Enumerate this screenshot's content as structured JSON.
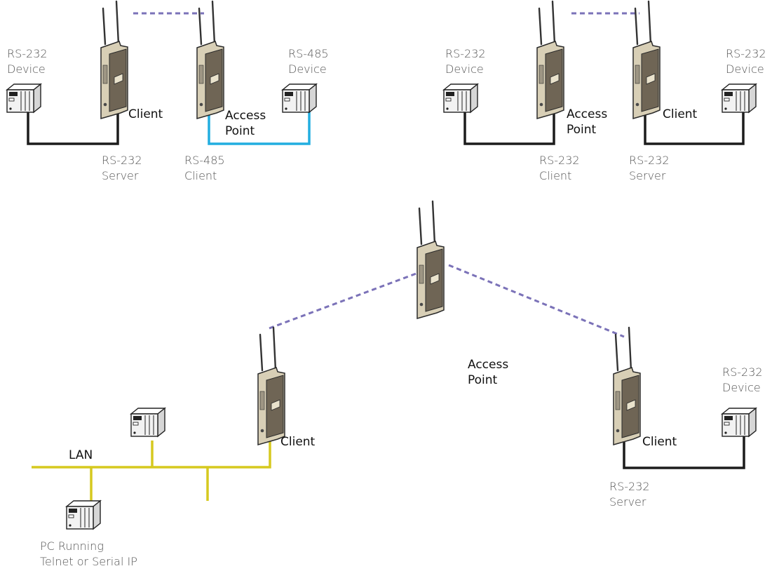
{
  "colors": {
    "serial_link": "#1c1c1c",
    "rs485_link": "#22aee0",
    "lan_link": "#d6c91f",
    "wireless_link": "#7b72b8",
    "radio_body": "#d8cfb6",
    "radio_panel": "#6f6555",
    "device_body": "#f2f2f2"
  },
  "icons": {
    "radio": "wireless-radio-icon",
    "device": "serial-device-icon"
  },
  "scenario1": {
    "rs232_device": [
      "RS-232",
      "Device"
    ],
    "client_label": "Client",
    "access_point_label": [
      "Access",
      "Point"
    ],
    "rs485_device": [
      "RS-485",
      "Device"
    ],
    "server_port": [
      "RS-232",
      "Server"
    ],
    "client_port": [
      "RS-485",
      "Client"
    ]
  },
  "scenario2": {
    "left_device": [
      "RS-232",
      "Device"
    ],
    "access_point_label": [
      "Access",
      "Point"
    ],
    "client_label": "Client",
    "right_device": [
      "RS-232",
      "Device"
    ],
    "client_port": [
      "RS-232",
      "Client"
    ],
    "server_port": [
      "RS-232",
      "Server"
    ]
  },
  "scenario3": {
    "access_point_label": [
      "Access",
      "Point"
    ],
    "left_client_label": "Client",
    "right_client_label": "Client",
    "lan_label": "LAN",
    "pc_label": [
      "PC Running",
      "Telnet or Serial IP"
    ],
    "right_device": [
      "RS-232",
      "Device"
    ],
    "server_port": [
      "RS-232",
      "Server"
    ]
  }
}
